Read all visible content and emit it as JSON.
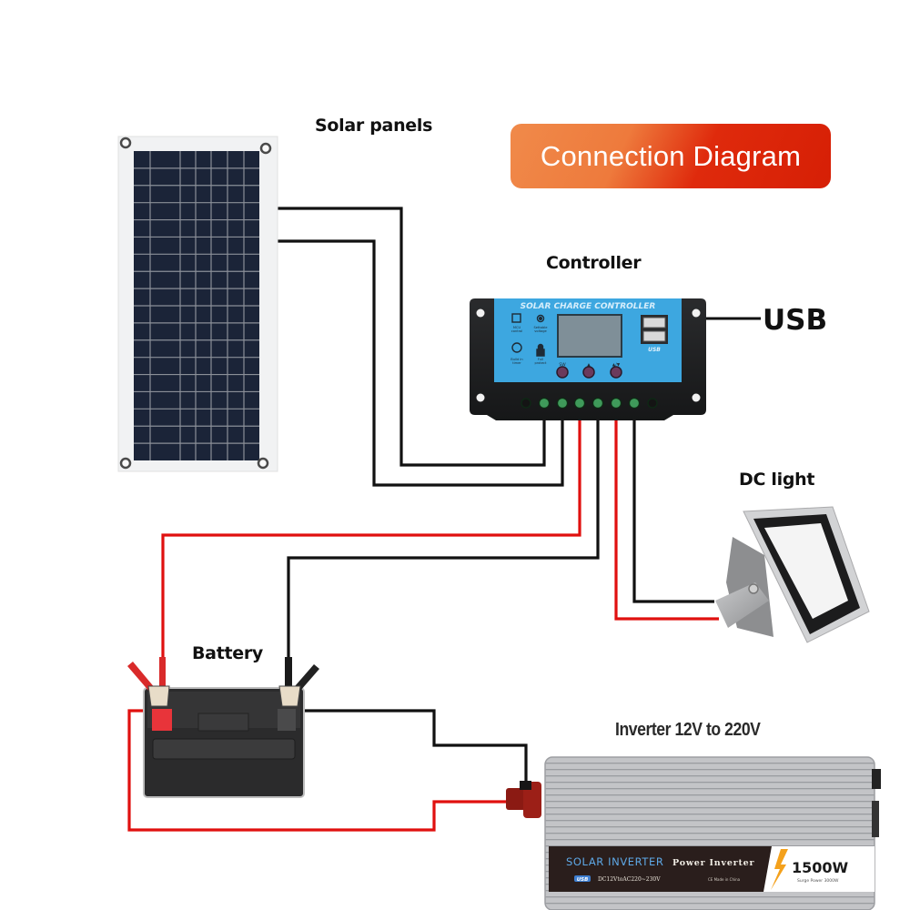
{
  "title": "Connection Diagram",
  "labels": {
    "solar_panels": "Solar panels",
    "controller": "Controller",
    "usb": "USB",
    "dc_light": "DC light",
    "battery": "Battery",
    "inverter": "Inverter 12V to 220V"
  },
  "controller": {
    "header": "SOLAR CHARGE CONTROLLER",
    "features": [
      {
        "icon": "mcu-chip-icon",
        "label_line1": "MCU",
        "label_line2": "control"
      },
      {
        "icon": "gear-icon",
        "label_line1": "Settable",
        "label_line2": "voltage"
      },
      {
        "icon": "clock-icon",
        "label_line1": "Build in",
        "label_line2": "timer"
      },
      {
        "icon": "lock-icon",
        "label_line1": "Full",
        "label_line2": "protect"
      }
    ],
    "buttons": [
      "SW",
      "▲",
      "▲/▼"
    ],
    "usb_badge": "USB"
  },
  "inverter": {
    "brand": "SOLAR INVERTER",
    "type": "Power  Inverter",
    "spec": "DC12VtoAC220~230V",
    "usb_badge": "USB",
    "cert": "CE  Made in China",
    "power": "1500W",
    "surge": "Surge Power 3000W"
  },
  "colors": {
    "wire_positive": "#e0100f",
    "wire_negative": "#111111",
    "controller_face": "#3da7e0",
    "banner_start": "#f08a4a",
    "banner_end": "#d61f05"
  }
}
